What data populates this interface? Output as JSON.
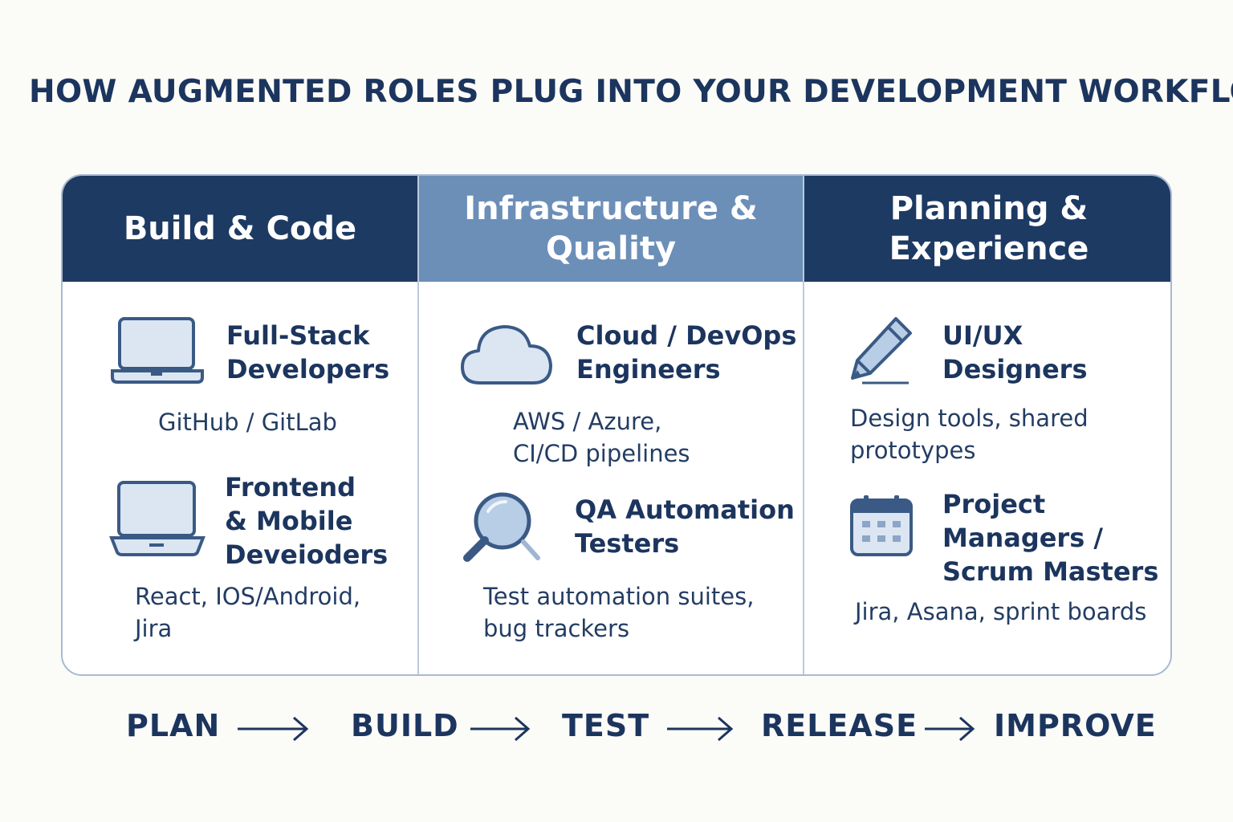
{
  "title": "HOW AUGMENTED ROLES PLUG INTO YOUR DEVELOPMENT WORKFLOW",
  "columns": [
    {
      "header_lines": [
        "Build & Code"
      ],
      "roles": [
        {
          "icon": "laptop-icon",
          "name_lines": [
            "Full-Stack",
            "Developers"
          ],
          "tools_lines": [
            "GitHub / GitLab"
          ]
        },
        {
          "icon": "laptop-icon",
          "name_lines": [
            "Frontend",
            "& Mobile",
            "Deveioders"
          ],
          "tools_lines": [
            "React, IOS/Android,",
            "Jira"
          ]
        }
      ]
    },
    {
      "header_lines": [
        "Infrastructure &",
        "Quality"
      ],
      "roles": [
        {
          "icon": "cloud-icon",
          "name_lines": [
            "Cloud / DevOps",
            "Engineers"
          ],
          "tools_lines": [
            "AWS / Azure,",
            "CI/CD pipelines"
          ]
        },
        {
          "icon": "magnifier-icon",
          "name_lines": [
            "QA Automation",
            "Testers"
          ],
          "tools_lines": [
            "Test automation suites,",
            "bug trackers"
          ]
        }
      ]
    },
    {
      "header_lines": [
        "Planning &",
        "Experience"
      ],
      "roles": [
        {
          "icon": "pencil-icon",
          "name_lines": [
            "UI/UX",
            "Designers"
          ],
          "tools_lines": [
            "Design tools, shared",
            "prototypes"
          ]
        },
        {
          "icon": "calendar-icon",
          "name_lines": [
            "Project",
            "Managers /",
            "Scrum Masters"
          ],
          "tools_lines": [
            "Jira, Asana, sprint boards"
          ]
        }
      ]
    }
  ],
  "flow": [
    "PLAN",
    "BUILD",
    "TEST",
    "RELEASE",
    "IMPROVE"
  ],
  "colors": {
    "navy": "#1d3a63",
    "steel_blue": "#6c8fb8",
    "icon_fill": "#dbe6f2",
    "text": "#1c355e"
  }
}
